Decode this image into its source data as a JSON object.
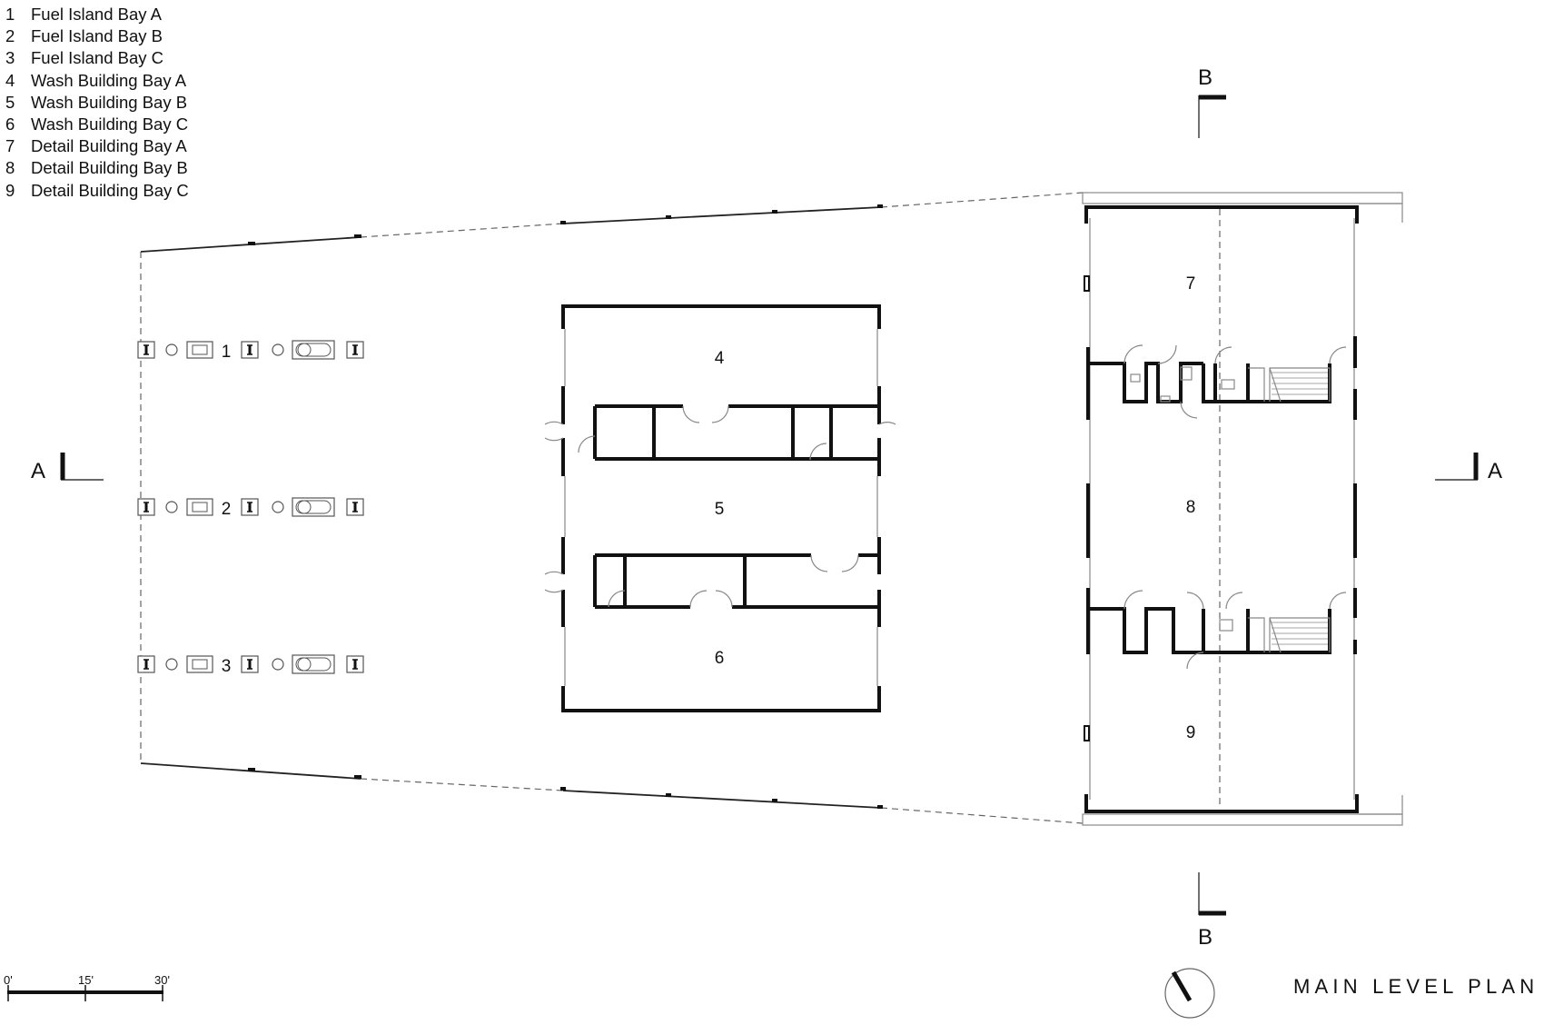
{
  "legend": [
    {
      "num": "1",
      "label": "Fuel Island Bay A"
    },
    {
      "num": "2",
      "label": "Fuel Island Bay B"
    },
    {
      "num": "3",
      "label": "Fuel Island Bay C"
    },
    {
      "num": "4",
      "label": "Wash Building Bay A"
    },
    {
      "num": "5",
      "label": "Wash Building Bay B"
    },
    {
      "num": "6",
      "label": "Wash Building Bay C"
    },
    {
      "num": "7",
      "label": "Detail Building Bay A"
    },
    {
      "num": "8",
      "label": "Detail Building Bay B"
    },
    {
      "num": "9",
      "label": "Detail Building Bay C"
    }
  ],
  "bays": {
    "fuel": [
      "1",
      "2",
      "3"
    ],
    "wash": [
      "4",
      "5",
      "6"
    ],
    "detail": [
      "7",
      "8",
      "9"
    ]
  },
  "section_marks": {
    "a": "A",
    "b": "B"
  },
  "scale": {
    "labels": [
      "0'",
      "15'",
      "30'"
    ]
  },
  "title": "MAIN LEVEL PLAN"
}
